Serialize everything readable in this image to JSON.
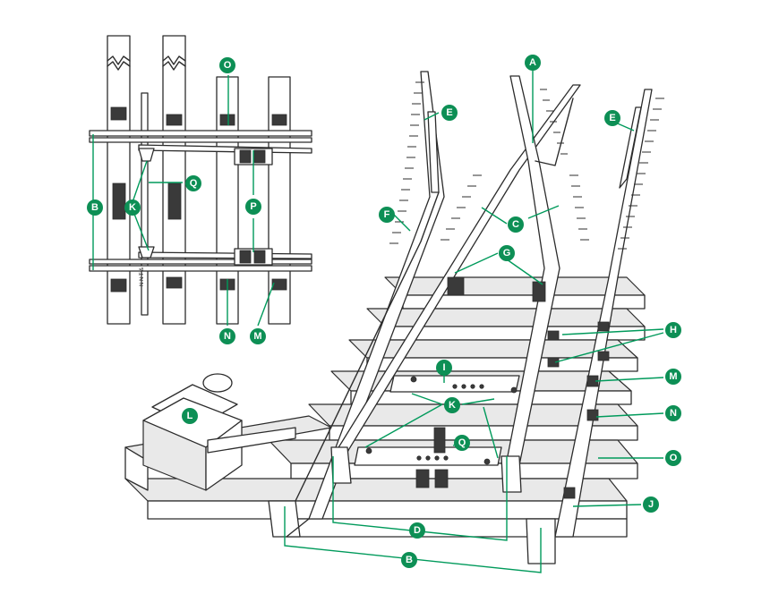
{
  "colors": {
    "marker": "#0d8f55",
    "leader": "#009a5b",
    "line": "#2c2c2c",
    "background": "#ffffff"
  },
  "markers": {
    "A": "A",
    "B": "B",
    "C": "C",
    "D": "D",
    "E": "E",
    "F": "F",
    "G": "G",
    "H": "H",
    "I": "I",
    "J": "J",
    "K": "K",
    "L": "L",
    "M": "M",
    "N": "N",
    "O": "O",
    "P": "P",
    "Q": "Q"
  },
  "inset_text": {
    "sleeper_print": "N N T &"
  }
}
